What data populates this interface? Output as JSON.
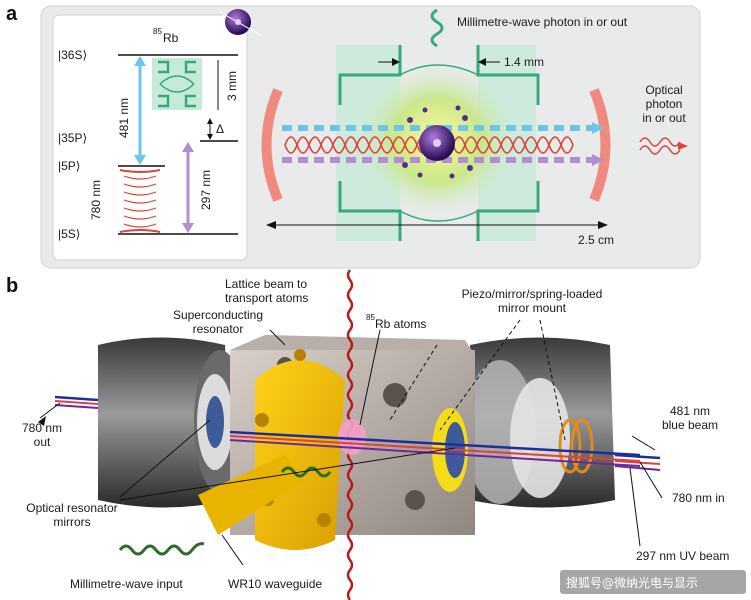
{
  "panel_a": {
    "label": "a",
    "levels": {
      "l36s": "|36S⟩",
      "l35p": "|35P⟩",
      "l5p": "|5P⟩",
      "l5s": "|5S⟩"
    },
    "isotope_sup": "85",
    "isotope": "Rb",
    "transitions": {
      "blue": "481 nm",
      "uv": "297 nm",
      "red": "780 nm"
    },
    "delta": "Δ",
    "dim_3mm": "3 mm",
    "mmwave_label": "Millimetre-wave photon in or out",
    "dim_14mm": "1.4 mm",
    "optical_label_1": "Optical",
    "optical_label_2": "photon",
    "optical_label_3": "in or out",
    "dim_25cm": "2.5 cm"
  },
  "panel_b": {
    "label": "b",
    "lattice_1": "Lattice beam to",
    "lattice_2": "transport atoms",
    "superconducting_1": "Superconducting",
    "superconducting_2": "resonator",
    "atoms_sup": "85",
    "atoms": "Rb atoms",
    "piezo_1": "Piezo/mirror/spring-loaded",
    "piezo_2": "mirror mount",
    "out780_1": "780 nm",
    "out780_2": "out",
    "blue_1": "481 nm",
    "blue_2": "blue beam",
    "in780": "780 nm in",
    "uv297": "297 nm UV beam",
    "optical_mirrors_1": "Optical resonator",
    "optical_mirrors_2": "mirrors",
    "mm_input": "Millimetre-wave input",
    "waveguide": "WR10 waveguide"
  },
  "watermark": "搜狐号@微纳光电与显示",
  "colors": {
    "blue_beam": "#6ec6e6",
    "uv_beam": "#b48cd2",
    "red_beam": "#e0413c",
    "resonator_green": "#3aa77a",
    "gold": "#f2c200"
  }
}
